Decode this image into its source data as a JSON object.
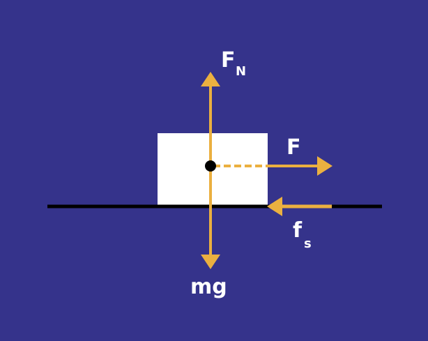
{
  "colors": {
    "background": "#35338b",
    "arrow": "#ebb040",
    "block": "#ffffff",
    "ground": "#000000"
  },
  "labels": {
    "normal_force": "F",
    "normal_force_sub": "N",
    "applied_force": "F",
    "friction": "f",
    "friction_sub": "s",
    "weight": "mg"
  }
}
